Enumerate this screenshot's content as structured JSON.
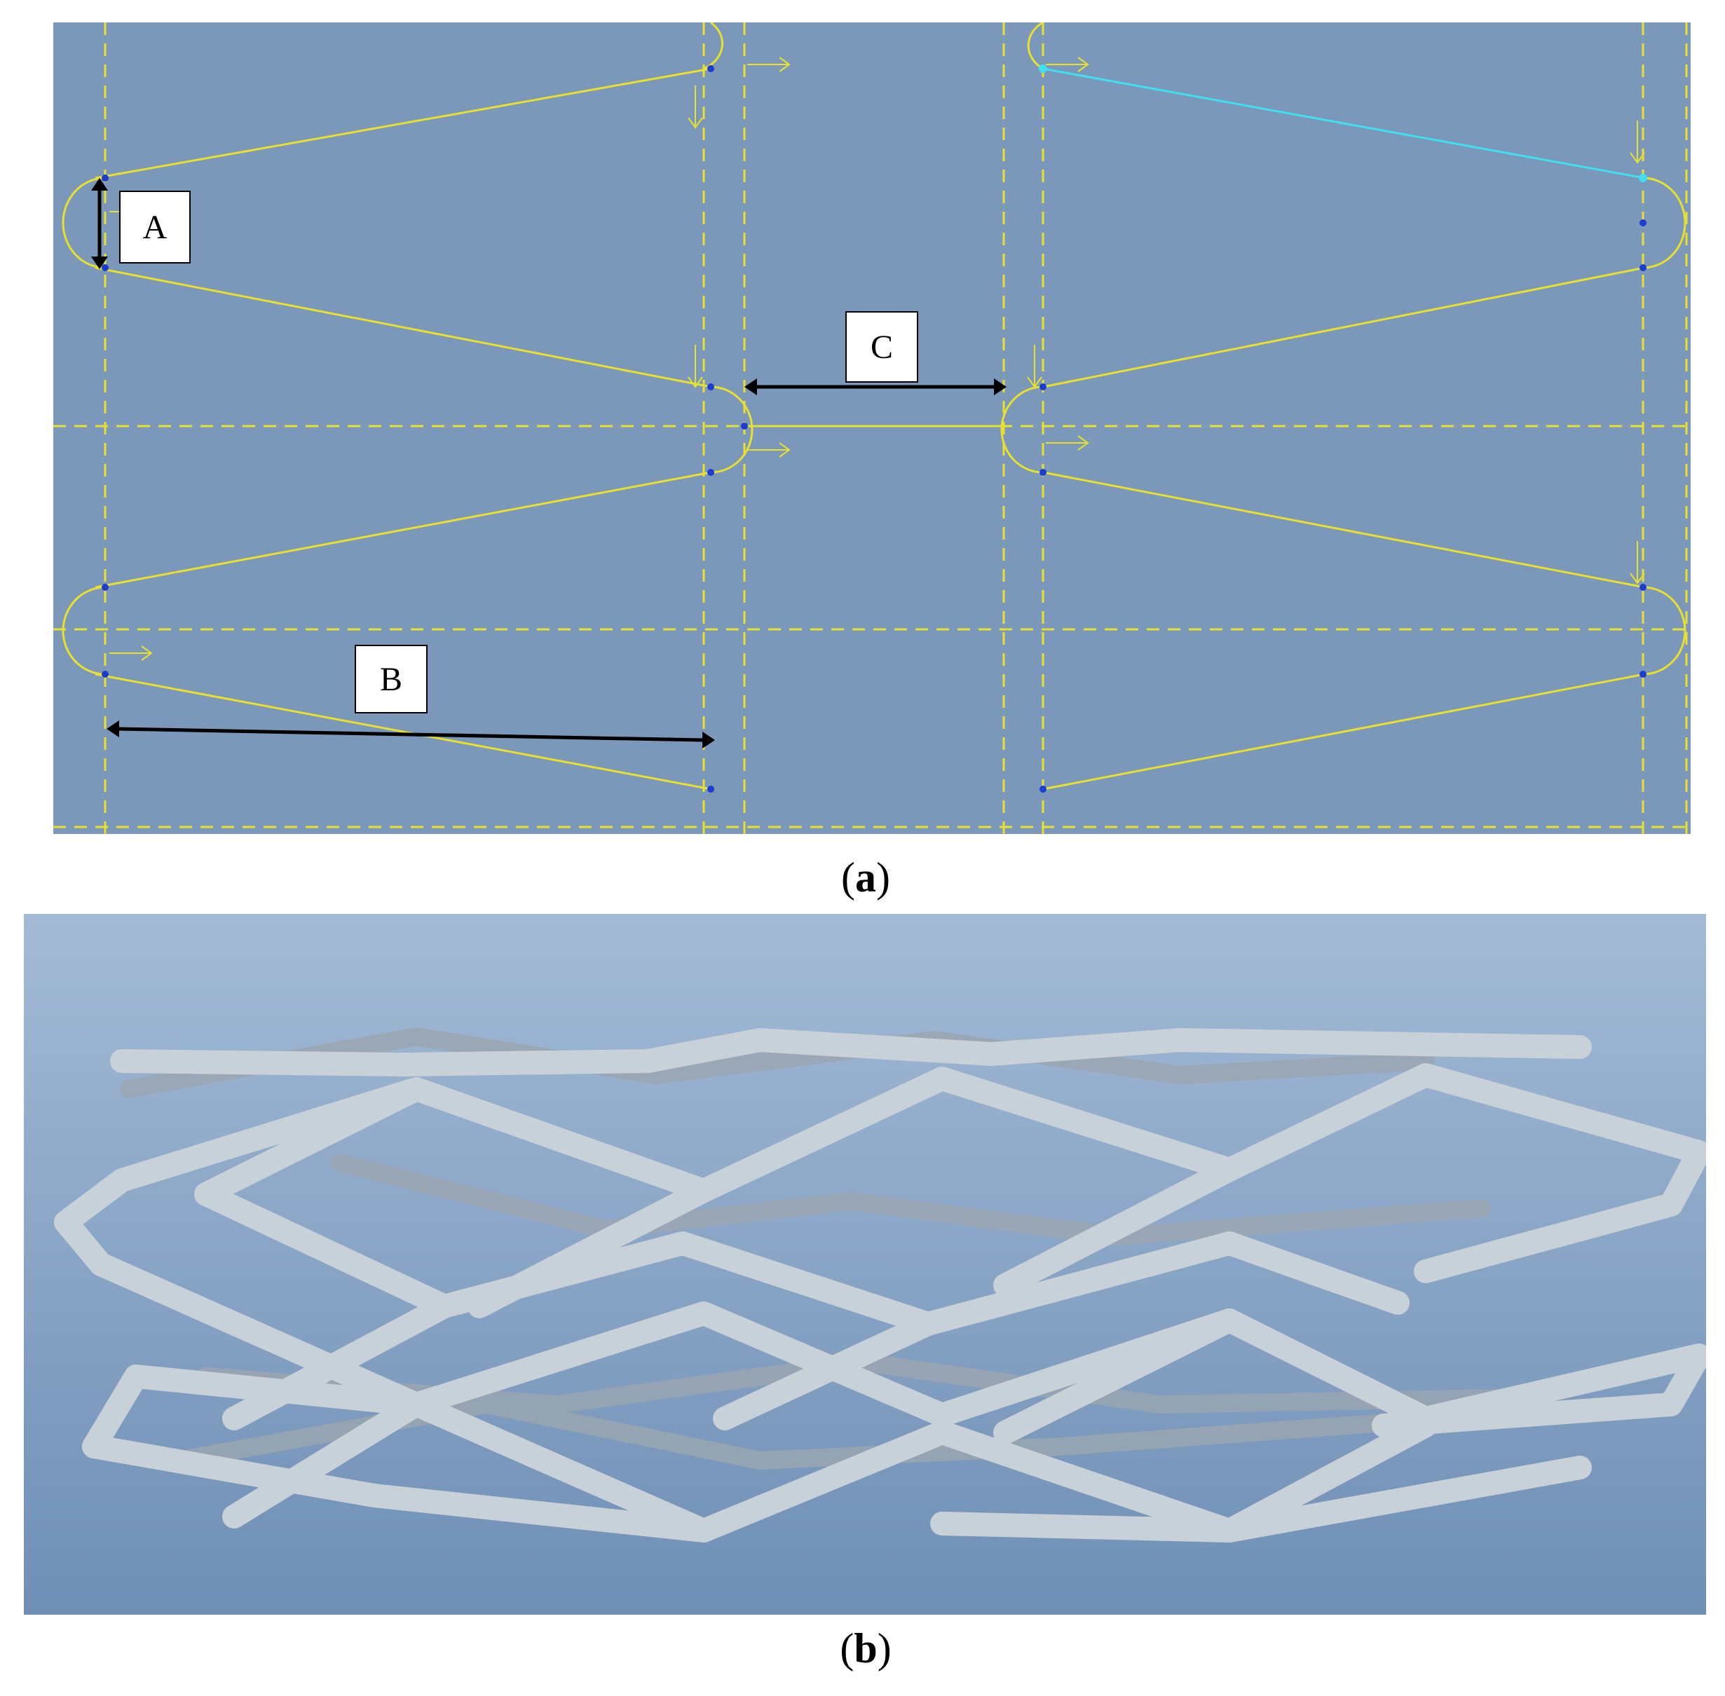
{
  "panel_a": {
    "labels": {
      "a": "A",
      "b": "B",
      "c": "C"
    },
    "caption_open": "(",
    "caption_letter": "a",
    "caption_close": ")"
  },
  "panel_b": {
    "caption_open": "(",
    "caption_letter": "b",
    "caption_close": ")"
  },
  "colors": {
    "cad_background": "#7b97b9",
    "sketch_line": "#e8e030",
    "highlight_line": "#40e0f0",
    "point": "#1a3cd0",
    "render_bg_top": "#a2bad5",
    "render_bg_bottom": "#6f8fb6",
    "strut": "#c8d0d8"
  }
}
